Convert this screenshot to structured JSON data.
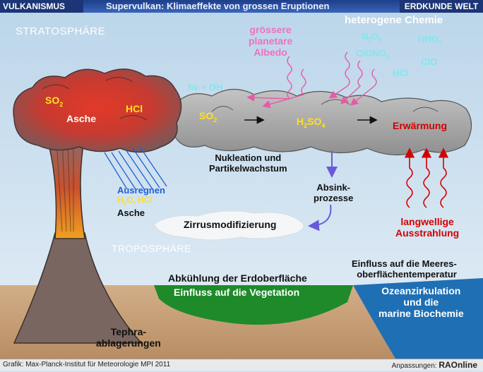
{
  "header": {
    "left_label": "VULKANISMUS",
    "title": "Supervulkan: Klimaeffekte von grossen Eruptionen",
    "right_label": "ERDKUNDE WELT"
  },
  "footer": {
    "source": "Grafik: Max-Planck-Institut für Meteorologie MPI 2011",
    "adjustments_label": "Anpassungen:",
    "adjustments_brand": "RAOnline"
  },
  "layers": {
    "stratosphere": "STRATOSPHÄRE",
    "troposphere": "TROPOSPHÄRE"
  },
  "labels": {
    "so2_plume": "SO",
    "so2_plume_sub": "2",
    "ash": "Asche",
    "hcl": "HCl",
    "hv_oh": "hv + OH",
    "so2_cloud": "SO",
    "so2_cloud_sub": "2",
    "h2so4_h": "H",
    "h2so4_h_sub": "2",
    "h2so4_so": "SO",
    "h2so4_so_sub": "4",
    "albedo": [
      "grössere",
      "planetare",
      "Albedo"
    ],
    "chem_title": "heterogene Chemie",
    "n2o5_n": "N",
    "n2o5_n_sub": "2",
    "n2o5_o": "O",
    "n2o5_o_sub": "5",
    "hno3": "HNO",
    "hno3_sub": "3",
    "clono": "ClONO",
    "clono_sub": "3",
    "clo": "ClO",
    "hcl_chem": "HCl",
    "warming": "Erwärmung",
    "nucleation": [
      "Nukleation und",
      "Partikelwachstum"
    ],
    "sinking": [
      "Absink-",
      "prozesse"
    ],
    "rainout_title": "Ausregnen",
    "rainout_h2o_h": "H",
    "rainout_h2o_sub": "2",
    "rainout_h2o_o": "O, HCl",
    "rainout_ash": "Asche",
    "cirrus": "Zirrusmodifizierung",
    "longwave": [
      "langwellige",
      "Ausstrahlung"
    ],
    "sst": [
      "Einfluss auf die Meeres-",
      "oberflächentemperatur"
    ],
    "cooling": "Abkühlung der Erdoberfläche",
    "vegetation": "Einfluss auf die Vegetation",
    "ocean": [
      "Ozeanzirkulation",
      "und die",
      "marine Biochemie"
    ],
    "tephra": [
      "Tephra-",
      "ablagerungen"
    ]
  },
  "colors": {
    "sky": "#cfe3f1",
    "ground": "#c9a47e",
    "ocean": "#1f6fb5",
    "vegetation": "#1f8a2a",
    "warm_red": "#d40000",
    "rain_blue": "#1f5fd6",
    "uv_pink": "#f070c0",
    "cyan_text": "#7fe8f0"
  }
}
